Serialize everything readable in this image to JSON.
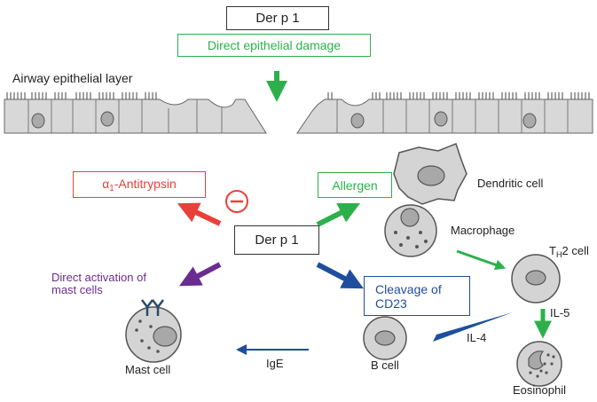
{
  "top_label": "Der p 1",
  "damage_label": "Direct epithelial damage",
  "airway_label": "Airway epithelial layer",
  "center_label": "Der p 1",
  "antitrypsin": {
    "symbol": "α",
    "subscript": "1",
    "text": "-Antitrypsin"
  },
  "inhibit_sign": "−",
  "allergen_label": "Allergen",
  "dendritic_label": "Dendritic cell",
  "macrophage_label": "Macrophage",
  "th2": {
    "prefix": "T",
    "subscript": "H",
    "suffix": "2 cell"
  },
  "il5_label": "IL-5",
  "eosinophil_label": "Eosinophil",
  "direct_activation": {
    "line1": "Direct activation of",
    "line2": "mast cells"
  },
  "cleavage": {
    "line1": "Cleavage of",
    "line2": "CD23"
  },
  "il4_label": "IL-4",
  "bcell_label": "B cell",
  "ige_label": "IgE",
  "mastcell_label": "Mast cell",
  "colors": {
    "green": "#2db04b",
    "red": "#e8413a",
    "purple": "#6a2c91",
    "blue": "#1f4e9c",
    "cell_fill": "#d4d4d4",
    "cell_stroke": "#555555"
  }
}
